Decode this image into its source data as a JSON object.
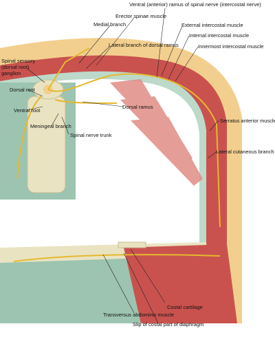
{
  "labels": {
    "ventral_ramus": "Ventral (anterior) ramus of spinal nerve (intercostal nerve)",
    "erector_spinae": "Erector spinae muscle",
    "external_intercostal": "External intercostal muscle",
    "medial_branch": "Medial branch",
    "internal_intercostal": "Internal intercostal muscle",
    "lateral_branch_dorsal": "Lateral branch of dorsal ramus",
    "innermost_intercostal": "Innermost intercostal muscle",
    "spinal_sensory_ganglion": "Spinal sensory (dorsal root) ganglion",
    "dorsal_root": "Dorsal root",
    "ventral_root": "Ventral root",
    "meningeal_branch": "Meningeal branch",
    "dorsal_ramus": "Dorsal ramus",
    "spinal_nerve_trunk": "Spinal nerve trunk",
    "serratus_anterior": "Serratus anterior muscle",
    "lateral_cutaneous": "Lateral cutaneous branch",
    "transversus_abdominis": "Transversus abdominis muscle",
    "costal_cartilage": "Costal cartilage",
    "slip_diaphragm": "Slip of costal part of diaphragm"
  },
  "colors": {
    "skin": "#f2cf8e",
    "fat": "#f0c07a",
    "muscle": "#c9524e",
    "muscle_light": "#e08c86",
    "nerve": "#e6b82e",
    "bone": "#e9e3c2",
    "pleura": "#9cc4b0",
    "leader": "#222222"
  }
}
